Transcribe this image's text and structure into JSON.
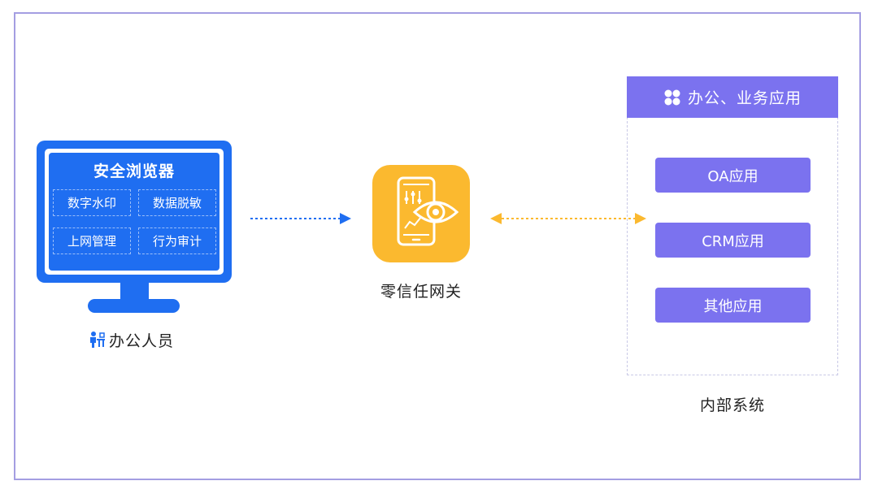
{
  "browser": {
    "title": "安全浏览器",
    "features": [
      "数字水印",
      "数据脱敏",
      "上网管理",
      "行为审计"
    ]
  },
  "office": {
    "label": "办公人员",
    "icon": "office-worker-icon"
  },
  "gateway": {
    "label": "零信任网关",
    "icon": "phone-eye-icon"
  },
  "system": {
    "header": "办公、业务应用",
    "header_icon": "grid-icon",
    "apps": [
      "OA应用",
      "CRM应用",
      "其他应用"
    ],
    "label": "内部系统"
  },
  "colors": {
    "blue": "#1f6ef1",
    "yellow": "#fbb92f",
    "purple": "#7b72ef",
    "frame": "#a49ee2"
  }
}
